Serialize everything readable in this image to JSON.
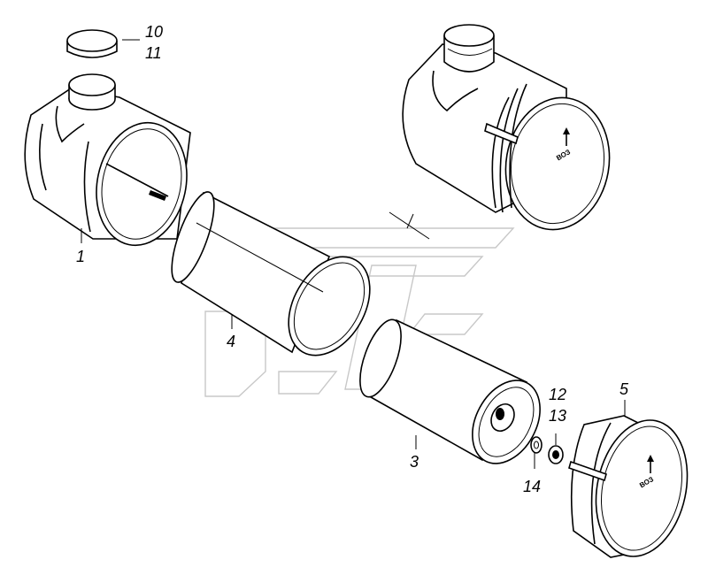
{
  "callouts": [
    {
      "id": "c1",
      "text": "1"
    },
    {
      "id": "c3",
      "text": "3"
    },
    {
      "id": "c4",
      "text": "4"
    },
    {
      "id": "c5",
      "text": "5"
    },
    {
      "id": "c10",
      "text": "10"
    },
    {
      "id": "c11",
      "text": "11"
    },
    {
      "id": "c12",
      "text": "12"
    },
    {
      "id": "c13",
      "text": "13"
    },
    {
      "id": "c14",
      "text": "14"
    }
  ],
  "logo_text": "ВОЗ"
}
